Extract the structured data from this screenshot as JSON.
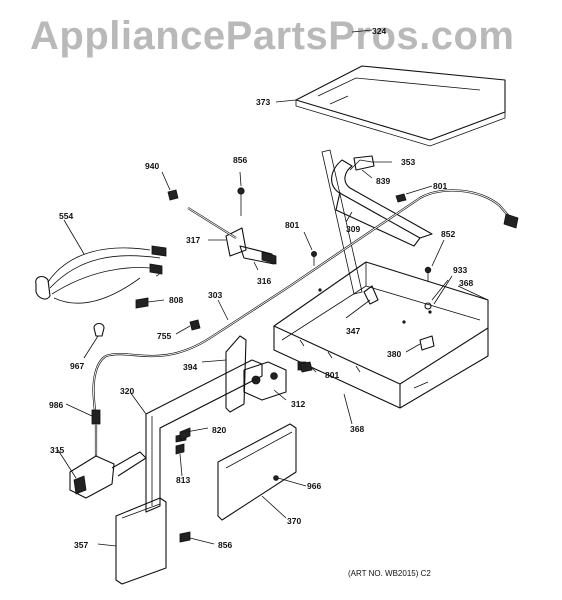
{
  "watermark": "AppliancePartsPros.com",
  "art_note": "(ART NO. WB2015) C2",
  "callouts": [
    {
      "id": "c324",
      "text": "324"
    },
    {
      "id": "c373",
      "text": "373"
    },
    {
      "id": "c353",
      "text": "353"
    },
    {
      "id": "c839",
      "text": "839"
    },
    {
      "id": "c801a",
      "text": "801"
    },
    {
      "id": "c940",
      "text": "940"
    },
    {
      "id": "c856a",
      "text": "856"
    },
    {
      "id": "c554",
      "text": "554"
    },
    {
      "id": "c317",
      "text": "317"
    },
    {
      "id": "c316",
      "text": "316"
    },
    {
      "id": "c801b",
      "text": "801"
    },
    {
      "id": "c309",
      "text": "309"
    },
    {
      "id": "c852",
      "text": "852"
    },
    {
      "id": "c933",
      "text": "933"
    },
    {
      "id": "c368a",
      "text": "368"
    },
    {
      "id": "c808",
      "text": "808"
    },
    {
      "id": "c303",
      "text": "303"
    },
    {
      "id": "c347",
      "text": "347"
    },
    {
      "id": "c755",
      "text": "755"
    },
    {
      "id": "c967",
      "text": "967"
    },
    {
      "id": "c380",
      "text": "380"
    },
    {
      "id": "c394",
      "text": "394"
    },
    {
      "id": "c801c",
      "text": "801"
    },
    {
      "id": "c320",
      "text": "320"
    },
    {
      "id": "c312",
      "text": "312"
    },
    {
      "id": "c986",
      "text": "986"
    },
    {
      "id": "c368b",
      "text": "368"
    },
    {
      "id": "c820",
      "text": "820"
    },
    {
      "id": "c315",
      "text": "315"
    },
    {
      "id": "c813",
      "text": "813"
    },
    {
      "id": "c966",
      "text": "966"
    },
    {
      "id": "c370",
      "text": "370"
    },
    {
      "id": "c357",
      "text": "357"
    },
    {
      "id": "c856b",
      "text": "856"
    }
  ]
}
